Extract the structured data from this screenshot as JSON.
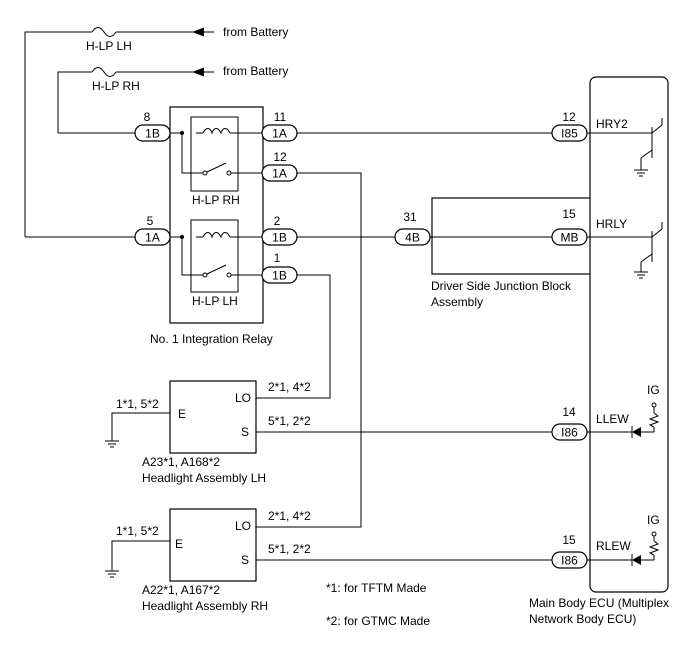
{
  "battery_inputs": {
    "fuse_lh": "H-LP LH",
    "fuse_rh": "H-LP RH",
    "label_top": "from Battery",
    "label_bottom": "from Battery"
  },
  "integration_relay": {
    "name": "No. 1 Integration Relay",
    "relay_rh": "H-LP RH",
    "relay_lh": "H-LP LH",
    "connectors": [
      {
        "pin": "8",
        "code": "1B"
      },
      {
        "pin": "5",
        "code": "1A"
      },
      {
        "pin": "11",
        "code": "1A"
      },
      {
        "pin": "12",
        "code": "1A"
      },
      {
        "pin": "2",
        "code": "1B"
      },
      {
        "pin": "1",
        "code": "1B"
      }
    ]
  },
  "junction_block": {
    "name_line1": "Driver Side Junction Block",
    "name_line2": "Assembly",
    "in_pin": "31",
    "in_code": "4B",
    "out_pin": "15",
    "out_code": "MB"
  },
  "main_body_ecu": {
    "name_line1": "Main Body ECU (Multiplex",
    "name_line2": "Network Body ECU)",
    "signals": [
      {
        "pin": "12",
        "code": "I85",
        "name": "HRY2"
      },
      {
        "pin": "15",
        "code": "MB",
        "name": "HRLY"
      },
      {
        "pin": "14",
        "code": "I86",
        "name": "LLEW"
      },
      {
        "pin": "15",
        "code": "I86",
        "name": "RLEW"
      }
    ],
    "ig_label_1": "IG",
    "ig_label_2": "IG"
  },
  "headlight_lh": {
    "ref": "A23*1, A168*2",
    "name": "Headlight Assembly LH",
    "term_e": "E",
    "term_lo": "LO",
    "term_s": "S",
    "e_pins": "1*1, 5*2",
    "lo_pins": "2*1, 4*2",
    "s_pins": "5*1, 2*2"
  },
  "headlight_rh": {
    "ref": "A22*1, A167*2",
    "name": "Headlight Assembly RH",
    "term_e": "E",
    "term_lo": "LO",
    "term_s": "S",
    "e_pins": "1*1, 5*2",
    "lo_pins": "2*1, 4*2",
    "s_pins": "5*1, 2*2"
  },
  "notes": [
    "*1: for TFTM Made",
    "*2: for GTMC Made"
  ]
}
